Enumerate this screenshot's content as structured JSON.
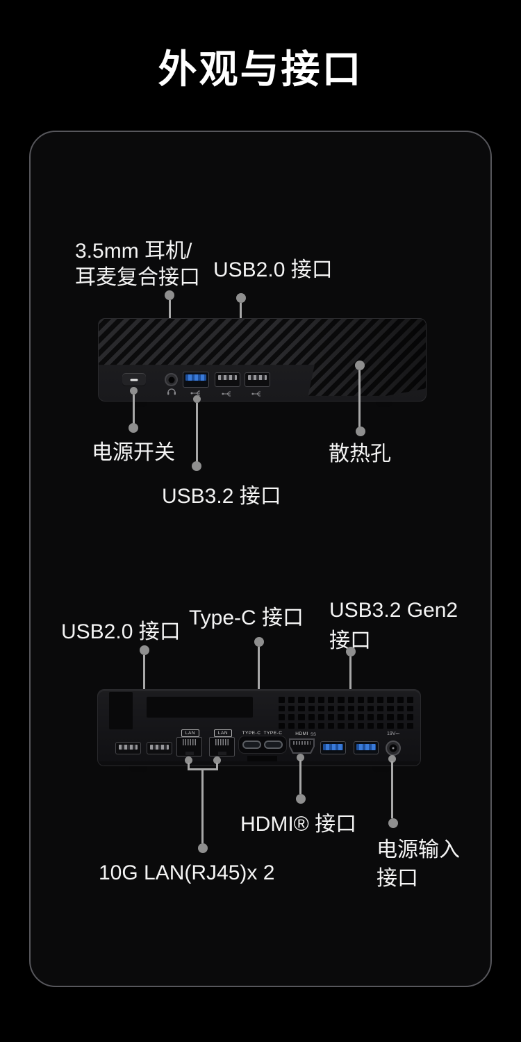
{
  "title": "外观与接口",
  "front_panel": {
    "label_jack_line1": "3.5mm 耳机/",
    "label_jack_line2": "耳麦复合接口",
    "label_usb20": "USB2.0 接口",
    "label_power_switch": "电源开关",
    "label_usb32": "USB3.2 接口",
    "label_vent": "散热孔"
  },
  "rear_panel": {
    "label_usb20": "USB2.0 接口",
    "label_typec": "Type-C 接口",
    "label_usb32gen2_line1": "USB3.2 Gen2",
    "label_usb32gen2_line2": "接口",
    "label_hdmi": "HDMI® 接口",
    "label_power_in_line1": "电源输入",
    "label_power_in_line2": "接口",
    "label_lan": "10G LAN(RJ45)x 2",
    "port_text_lan": "LAN",
    "port_text_typec": "TYPE-C",
    "port_text_hdmi": "HDMI",
    "port_text_ss": "SS",
    "port_text_dc": "19V⎓"
  },
  "icons": {
    "front_jack": "headphone-icon",
    "front_usb3": "usb-ss-icon",
    "front_usb2": "usb-icon"
  },
  "colors": {
    "background": "#000000",
    "card_background": "#0a0a0b",
    "card_border": "#57575c",
    "label_text": "#f4f4f4",
    "callout_line": "#a8a8a8",
    "callout_dot": "#8f8f8f",
    "usb3_blue": "#3a7ad8"
  }
}
